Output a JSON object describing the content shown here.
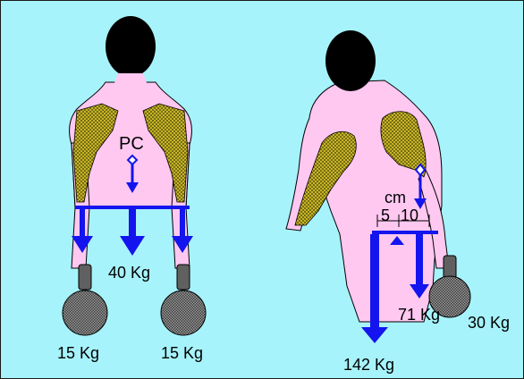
{
  "colors": {
    "background": "#a7f3fb",
    "border": "#1a1a1a",
    "skin": "#ffc8f0",
    "head": "#000000",
    "muscle": "#c8b428",
    "arrow": "#1414ee",
    "weight": "#606060"
  },
  "left_figure": {
    "label_pc": "PC",
    "label_left_weight": "15 Kg",
    "label_center_load": "40 Kg",
    "label_right_weight": "15 Kg"
  },
  "right_figure": {
    "label_unit": "cm",
    "label_dist_a": "5",
    "label_dist_b": "10",
    "label_force_71": "71 Kg",
    "label_weight_30": "30 Kg",
    "label_force_142": "142 Kg"
  }
}
